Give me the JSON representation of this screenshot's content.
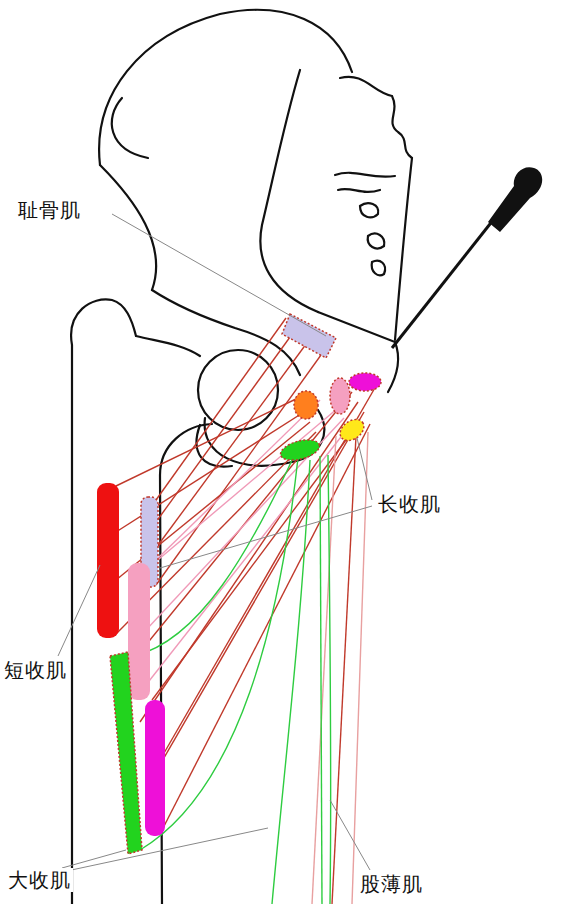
{
  "diagram": {
    "labels": [
      "耻骨肌",
      "长收肌",
      "短收肌",
      "大收肌",
      "股薄肌"
    ]
  }
}
